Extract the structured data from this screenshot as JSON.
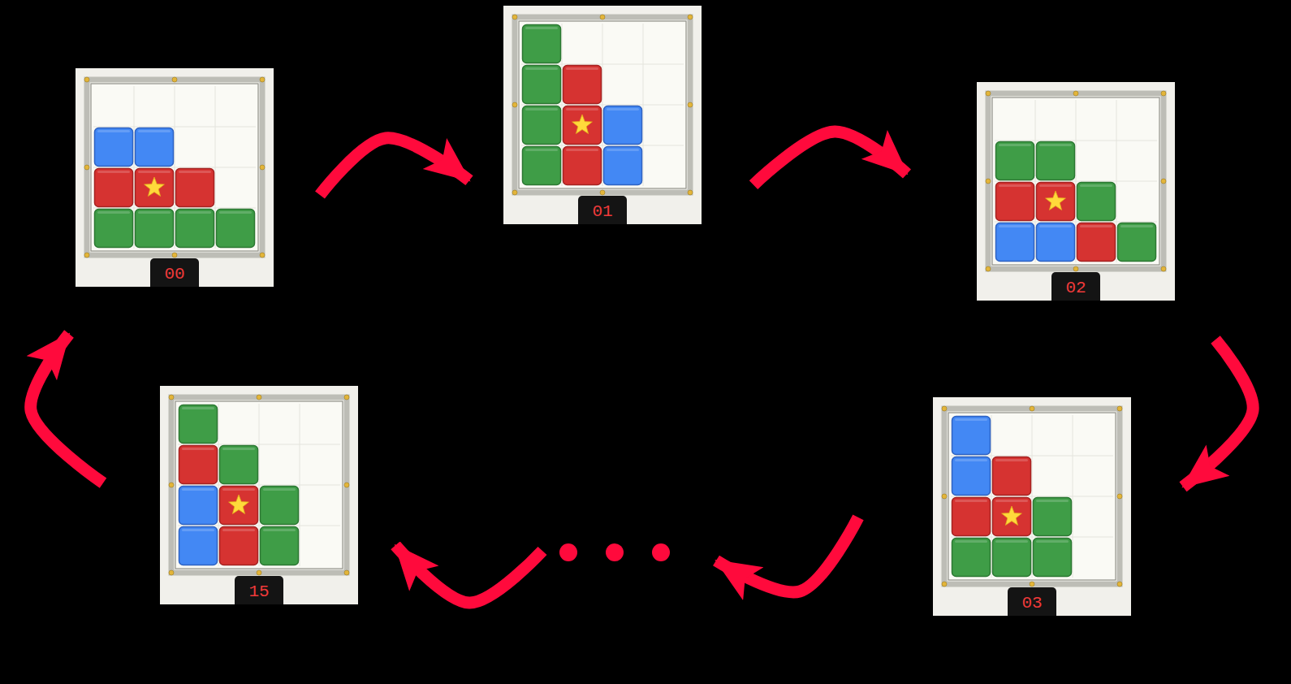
{
  "diagram": {
    "nodes": [
      {
        "text": [
          "00"
        ]
      },
      {
        "text": [
          "01"
        ]
      },
      {
        "text": [
          "02"
        ]
      },
      {
        "text": [
          "03"
        ]
      },
      {
        "text": [
          "15"
        ]
      }
    ],
    "edges": [
      {
        "from": 0,
        "to": 1,
        "arrow": "to"
      },
      {
        "from": 1,
        "to": 2,
        "arrow": "to"
      },
      {
        "from": 2,
        "to": 3,
        "arrow": "to"
      },
      {
        "from": 3,
        "to": 4,
        "arrow": "to"
      },
      {
        "from": 4,
        "to": 0,
        "arrow": "to"
      }
    ]
  }
}
